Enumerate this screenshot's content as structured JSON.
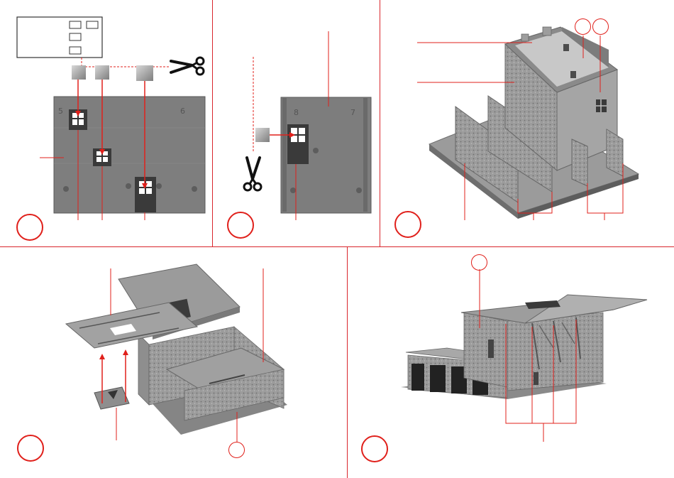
{
  "diagram": {
    "accent_color": "#e0201b",
    "panels": [
      {
        "id": "step-1",
        "label": "",
        "part_numbers": [
          "5",
          "6"
        ]
      },
      {
        "id": "step-2",
        "label": "",
        "part_numbers": [
          "8",
          "7"
        ]
      },
      {
        "id": "step-3",
        "label": ""
      },
      {
        "id": "step-4",
        "label": ""
      },
      {
        "id": "step-5",
        "label": ""
      }
    ],
    "icons": [
      "scissors-icon",
      "scissors-icon"
    ]
  }
}
